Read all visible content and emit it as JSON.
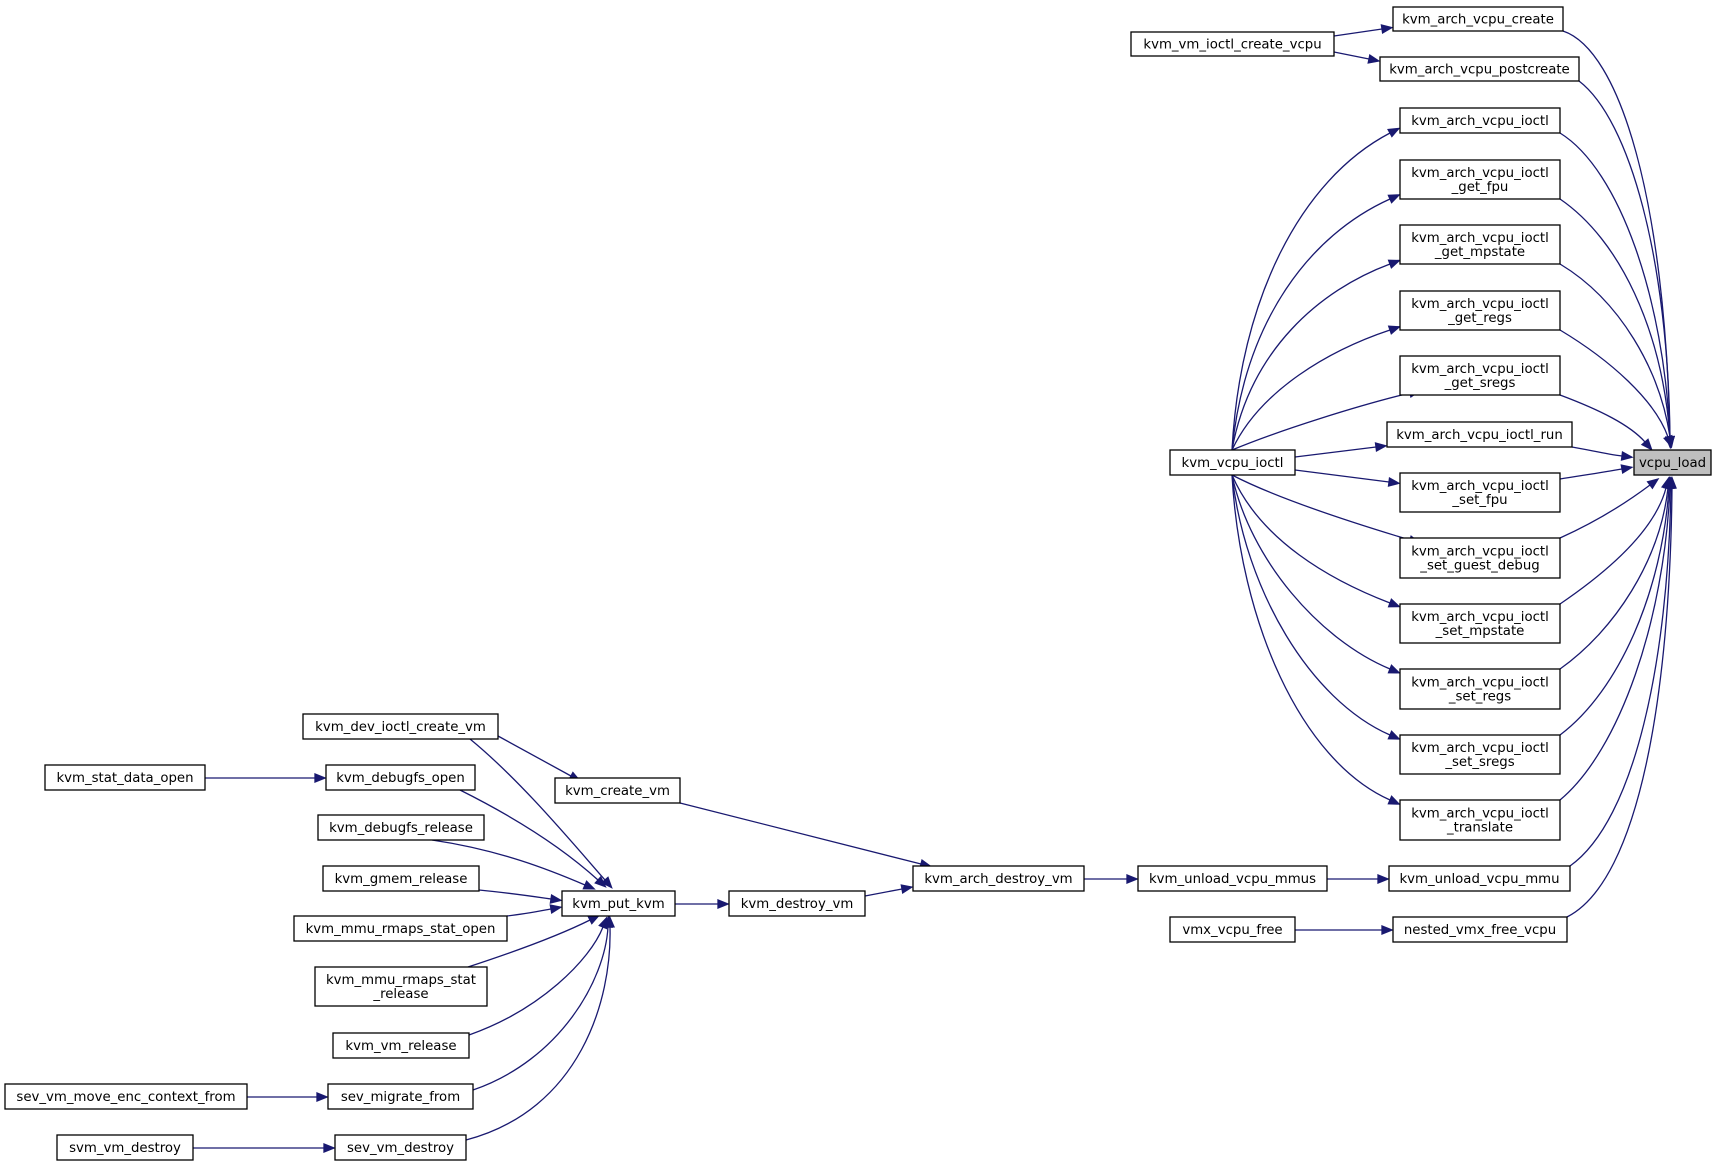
{
  "graph": {
    "type": "call-graph",
    "edge_color": "#191970",
    "focus_fill": "#bfbfbf",
    "nodes": [
      {
        "id": "vcpu_load",
        "lines": [
          "vcpu_load"
        ],
        "focus": true
      },
      {
        "id": "create",
        "lines": [
          "kvm_arch_vcpu_create"
        ]
      },
      {
        "id": "postcreate",
        "lines": [
          "kvm_arch_vcpu_postcreate"
        ]
      },
      {
        "id": "vm_ioctl_create_vcpu",
        "lines": [
          "kvm_vm_ioctl_create_vcpu"
        ]
      },
      {
        "id": "vcpu_ioctl",
        "lines": [
          "kvm_arch_vcpu_ioctl"
        ]
      },
      {
        "id": "get_fpu",
        "lines": [
          "kvm_arch_vcpu_ioctl",
          "_get_fpu"
        ]
      },
      {
        "id": "get_mpstate",
        "lines": [
          "kvm_arch_vcpu_ioctl",
          "_get_mpstate"
        ]
      },
      {
        "id": "get_regs",
        "lines": [
          "kvm_arch_vcpu_ioctl",
          "_get_regs"
        ]
      },
      {
        "id": "get_sregs",
        "lines": [
          "kvm_arch_vcpu_ioctl",
          "_get_sregs"
        ]
      },
      {
        "id": "ioctl_run",
        "lines": [
          "kvm_arch_vcpu_ioctl_run"
        ]
      },
      {
        "id": "set_fpu",
        "lines": [
          "kvm_arch_vcpu_ioctl",
          "_set_fpu"
        ]
      },
      {
        "id": "set_guest_debug",
        "lines": [
          "kvm_arch_vcpu_ioctl",
          "_set_guest_debug"
        ]
      },
      {
        "id": "set_mpstate",
        "lines": [
          "kvm_arch_vcpu_ioctl",
          "_set_mpstate"
        ]
      },
      {
        "id": "set_regs",
        "lines": [
          "kvm_arch_vcpu_ioctl",
          "_set_regs"
        ]
      },
      {
        "id": "set_sregs",
        "lines": [
          "kvm_arch_vcpu_ioctl",
          "_set_sregs"
        ]
      },
      {
        "id": "translate",
        "lines": [
          "kvm_arch_vcpu_ioctl",
          "_translate"
        ]
      },
      {
        "id": "kvm_vcpu_ioctl",
        "lines": [
          "kvm_vcpu_ioctl"
        ]
      },
      {
        "id": "unload_vcpu_mmu",
        "lines": [
          "kvm_unload_vcpu_mmu"
        ]
      },
      {
        "id": "unload_vcpu_mmus",
        "lines": [
          "kvm_unload_vcpu_mmus"
        ]
      },
      {
        "id": "nested_vmx_free_vcpu",
        "lines": [
          "nested_vmx_free_vcpu"
        ]
      },
      {
        "id": "vmx_vcpu_free",
        "lines": [
          "vmx_vcpu_free"
        ]
      },
      {
        "id": "arch_destroy_vm",
        "lines": [
          "kvm_arch_destroy_vm"
        ]
      },
      {
        "id": "create_vm",
        "lines": [
          "kvm_create_vm"
        ]
      },
      {
        "id": "destroy_vm",
        "lines": [
          "kvm_destroy_vm"
        ]
      },
      {
        "id": "put_kvm",
        "lines": [
          "kvm_put_kvm"
        ]
      },
      {
        "id": "dev_ioctl_create_vm",
        "lines": [
          "kvm_dev_ioctl_create_vm"
        ]
      },
      {
        "id": "debugfs_open",
        "lines": [
          "kvm_debugfs_open"
        ]
      },
      {
        "id": "stat_data_open",
        "lines": [
          "kvm_stat_data_open"
        ]
      },
      {
        "id": "debugfs_release",
        "lines": [
          "kvm_debugfs_release"
        ]
      },
      {
        "id": "gmem_release",
        "lines": [
          "kvm_gmem_release"
        ]
      },
      {
        "id": "rmaps_stat_open",
        "lines": [
          "kvm_mmu_rmaps_stat_open"
        ]
      },
      {
        "id": "rmaps_stat_release",
        "lines": [
          "kvm_mmu_rmaps_stat",
          "_release"
        ]
      },
      {
        "id": "vm_release",
        "lines": [
          "kvm_vm_release"
        ]
      },
      {
        "id": "sev_migrate_from",
        "lines": [
          "sev_migrate_from"
        ]
      },
      {
        "id": "sev_move_enc",
        "lines": [
          "sev_vm_move_enc_context_from"
        ]
      },
      {
        "id": "sev_vm_destroy",
        "lines": [
          "sev_vm_destroy"
        ]
      },
      {
        "id": "svm_vm_destroy",
        "lines": [
          "svm_vm_destroy"
        ]
      }
    ]
  }
}
